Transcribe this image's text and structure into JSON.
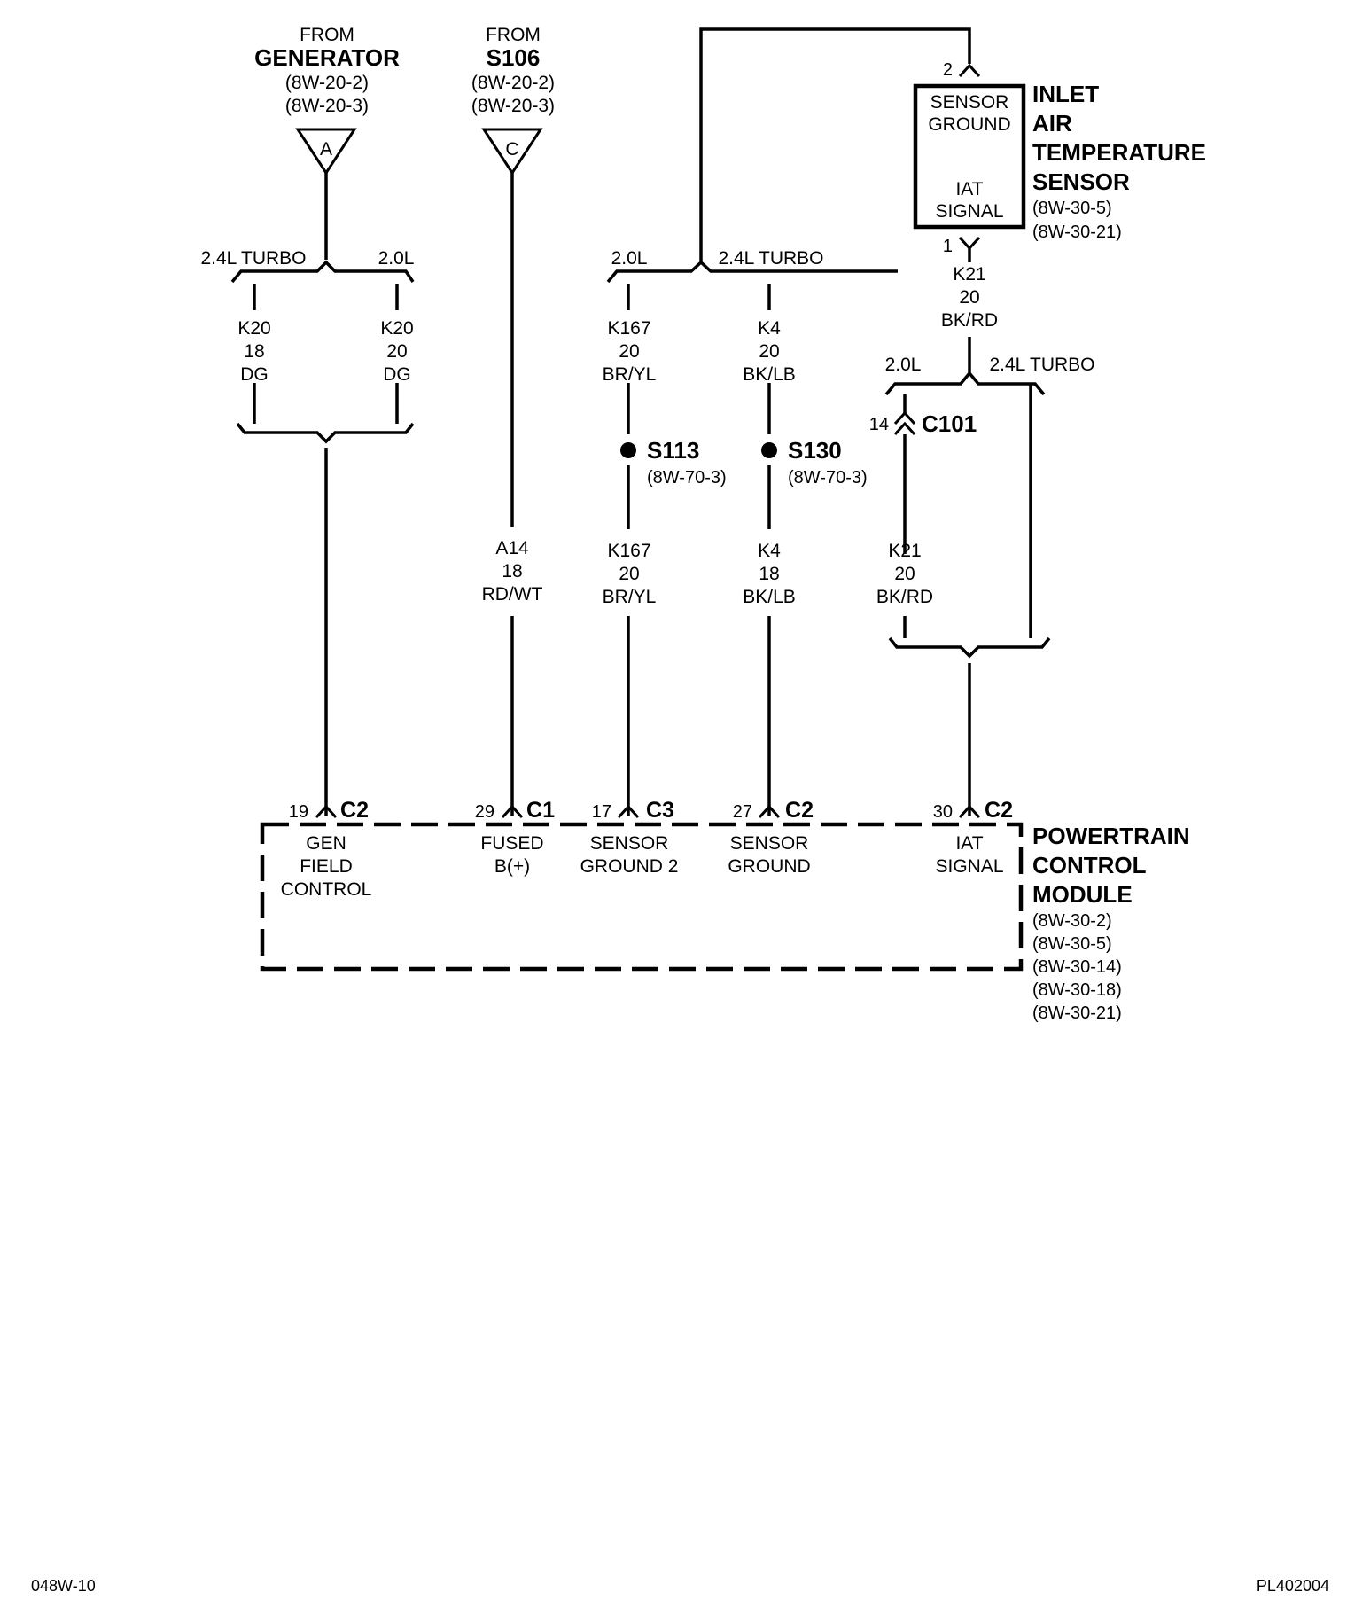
{
  "sources": {
    "generator": {
      "from": "FROM",
      "name": "GENERATOR",
      "refs": [
        "(8W-20-2)",
        "(8W-20-3)"
      ],
      "letter": "A"
    },
    "s106": {
      "from": "FROM",
      "name": "S106",
      "refs": [
        "(8W-20-2)",
        "(8W-20-3)"
      ],
      "letter": "C"
    }
  },
  "iat_sensor": {
    "name_lines": [
      "INLET",
      "AIR",
      "TEMPERATURE",
      "SENSOR"
    ],
    "refs": [
      "(8W-30-5)",
      "(8W-30-21)"
    ],
    "pins": [
      {
        "num": "2",
        "lines": [
          "SENSOR",
          "GROUND"
        ]
      },
      {
        "num": "1",
        "lines": [
          "IAT",
          "SIGNAL"
        ]
      }
    ]
  },
  "variant_labels": {
    "turbo": "2.4L TURBO",
    "base": "2.0L"
  },
  "wires": {
    "k20_turbo": [
      "K20",
      "18",
      "DG"
    ],
    "k20_base": [
      "K20",
      "20",
      "DG"
    ],
    "k167_upper": [
      "K167",
      "20",
      "BR/YL"
    ],
    "k4_upper": [
      "K4",
      "20",
      "BK/LB"
    ],
    "k21_sensor": [
      "K21",
      "20",
      "BK/RD"
    ],
    "a14": [
      "A14",
      "18",
      "RD/WT"
    ],
    "k167_lower": [
      "K167",
      "20",
      "BR/YL"
    ],
    "k4_lower": [
      "K4",
      "18",
      "BK/LB"
    ],
    "k21_lower": [
      "K21",
      "20",
      "BK/RD"
    ]
  },
  "splices": {
    "s113": {
      "name": "S113",
      "ref": "(8W-70-3)"
    },
    "s130": {
      "name": "S130",
      "ref": "(8W-70-3)"
    }
  },
  "connector_c101": {
    "pin": "14",
    "name": "C101"
  },
  "pcm": {
    "name_lines": [
      "POWERTRAIN",
      "CONTROL",
      "MODULE"
    ],
    "refs": [
      "(8W-30-2)",
      "(8W-30-5)",
      "(8W-30-14)",
      "(8W-30-18)",
      "(8W-30-21)"
    ],
    "pins": [
      {
        "num": "19",
        "conn": "C2",
        "lines": [
          "GEN",
          "FIELD",
          "CONTROL"
        ]
      },
      {
        "num": "29",
        "conn": "C1",
        "lines": [
          "FUSED",
          "B(+)"
        ]
      },
      {
        "num": "17",
        "conn": "C3",
        "lines": [
          "SENSOR",
          "GROUND 2"
        ]
      },
      {
        "num": "27",
        "conn": "C2",
        "lines": [
          "SENSOR",
          "GROUND"
        ]
      },
      {
        "num": "30",
        "conn": "C2",
        "lines": [
          "IAT",
          "SIGNAL"
        ]
      }
    ]
  },
  "footer": {
    "left": "048W-10",
    "right": "PL402004"
  }
}
